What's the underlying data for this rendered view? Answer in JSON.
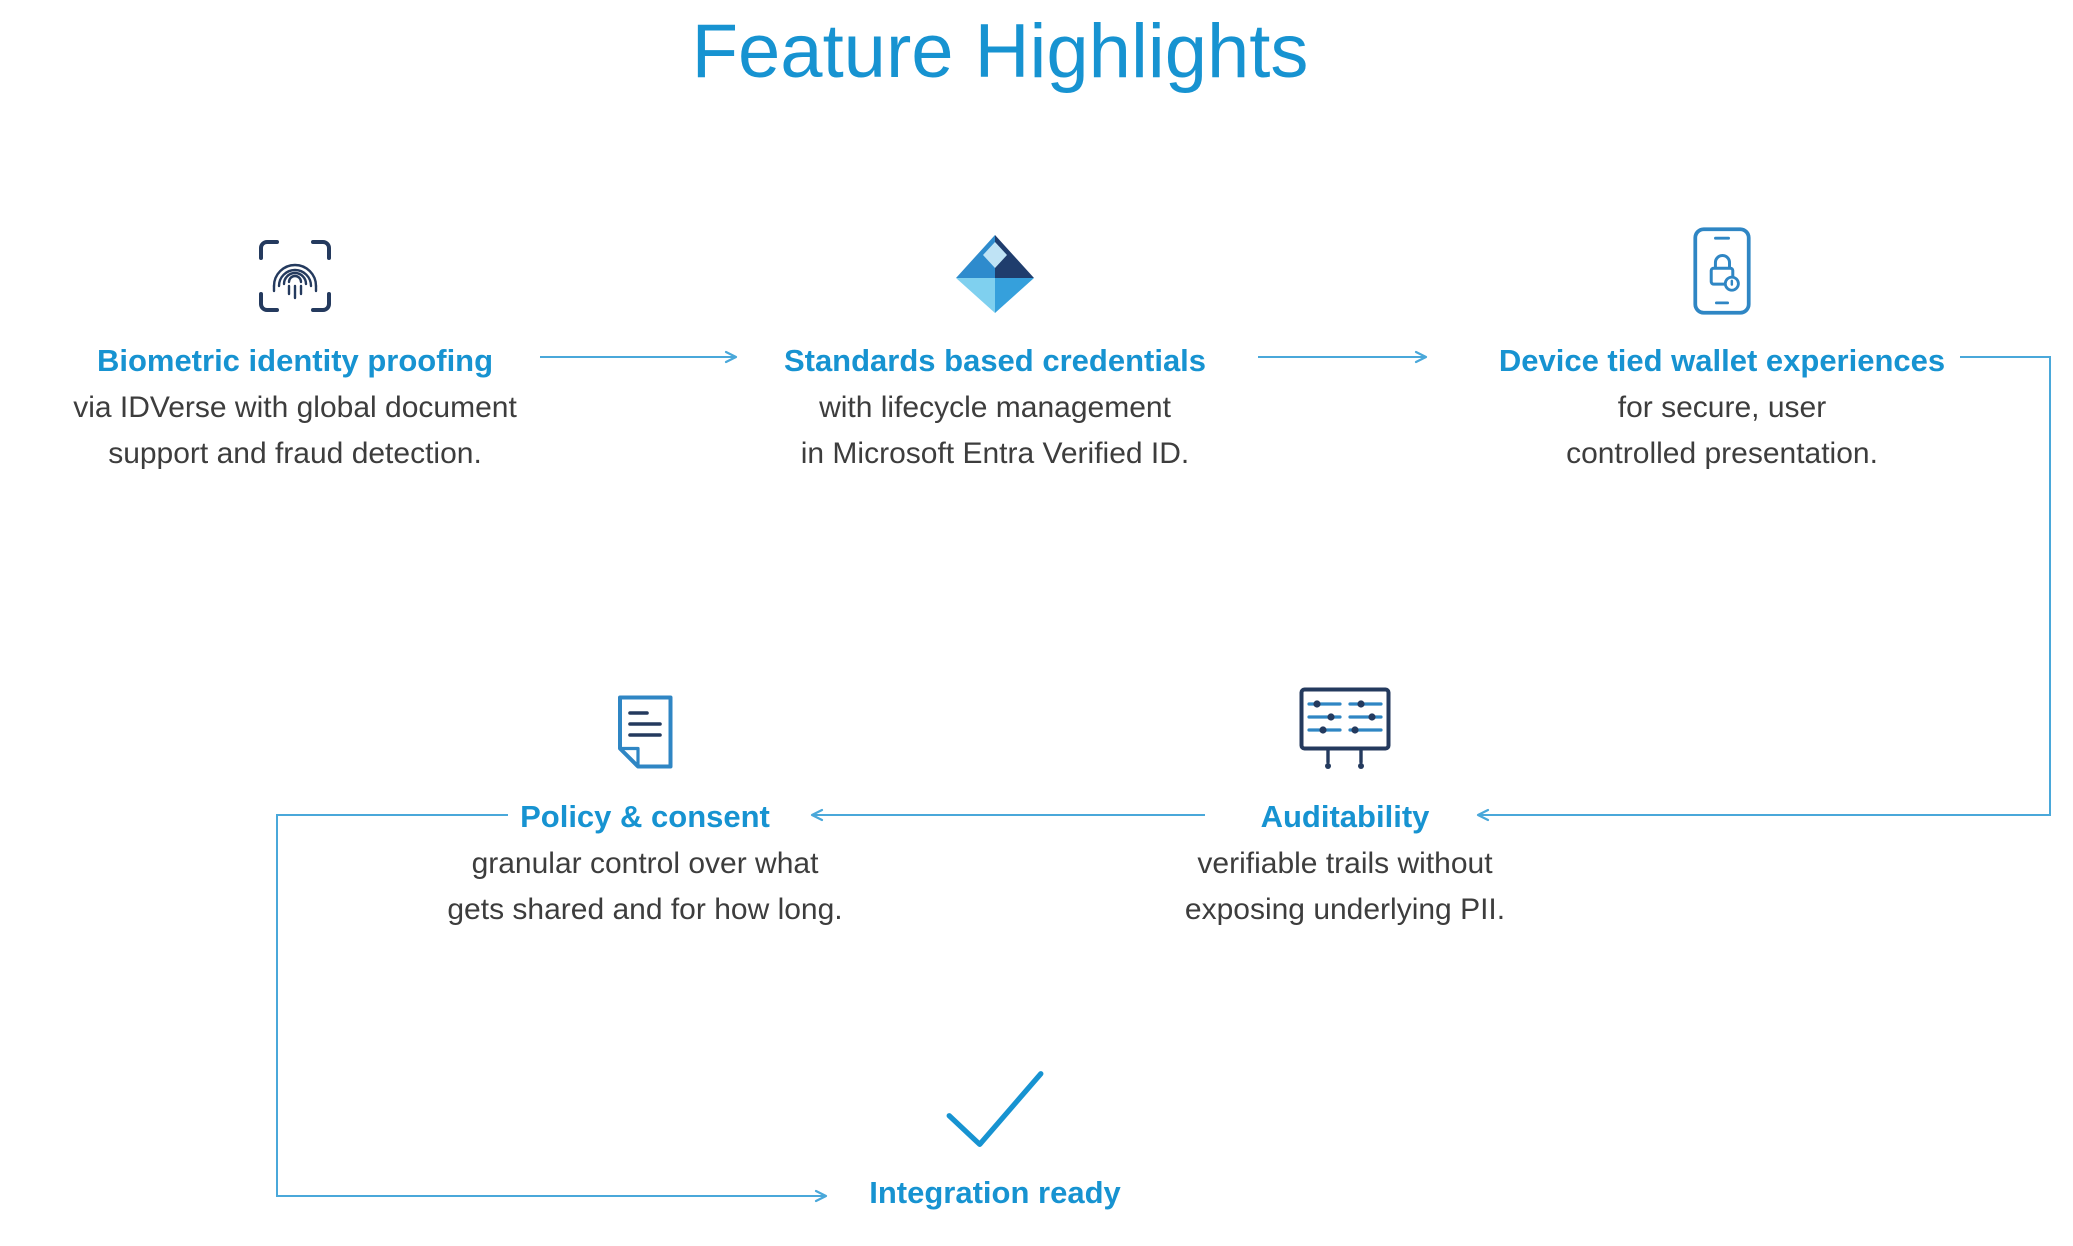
{
  "title": "Feature Highlights",
  "colors": {
    "accent_blue": "#1793d1",
    "arrow_blue": "#4aa8da",
    "body_text": "#3d3d3d",
    "icon_navy": "#243a5e",
    "icon_blue": "#2f86c4",
    "entra_dark": "#1f3d6d",
    "entra_light": "#7fd0ef"
  },
  "features": [
    {
      "id": "biometric-identity-proofing",
      "icon": "fingerprint-scan-icon",
      "heading": "Biometric identity proofing",
      "lines": [
        "via IDVerse with global document",
        "support and fraud detection."
      ]
    },
    {
      "id": "standards-based-credentials",
      "icon": "entra-verified-id-icon",
      "heading": "Standards based credentials",
      "lines": [
        "with lifecycle management",
        "in Microsoft Entra Verified ID."
      ]
    },
    {
      "id": "device-tied-wallet-experiences",
      "icon": "phone-lock-icon",
      "heading": "Device tied wallet experiences",
      "lines": [
        "for secure, user",
        "controlled presentation."
      ]
    },
    {
      "id": "policy-and-consent",
      "icon": "document-note-icon",
      "heading": "Policy & consent",
      "lines": [
        "granular control over what",
        "gets shared and for how long."
      ]
    },
    {
      "id": "auditability",
      "icon": "audit-log-icon",
      "heading": "Auditability",
      "lines": [
        "verifiable trails without",
        "exposing underlying PII."
      ]
    },
    {
      "id": "integration-ready",
      "icon": "checkmark-icon",
      "heading": "Integration ready",
      "lines": []
    }
  ]
}
